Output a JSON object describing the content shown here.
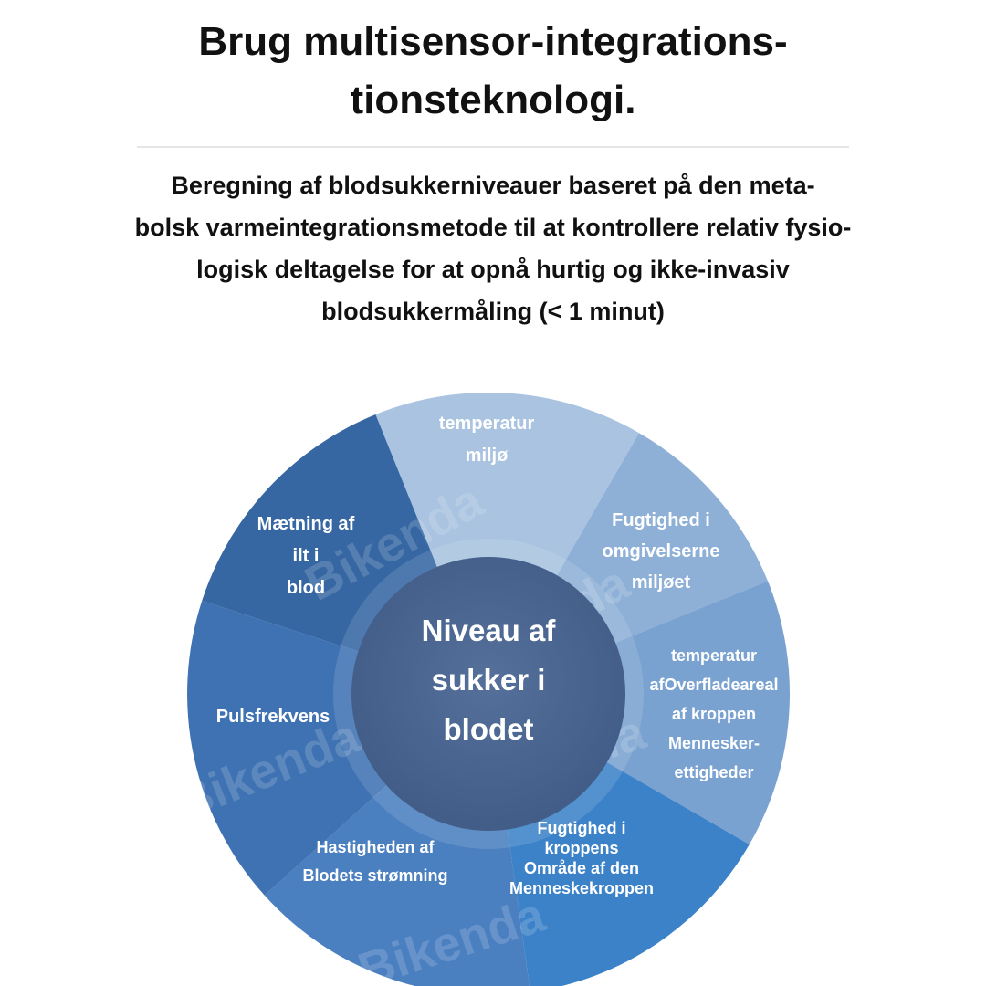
{
  "header": {
    "title_lines": [
      "Brug multisensor-integrations-",
      "tionsteknologi."
    ],
    "subtitle_lines": [
      "Beregning af blodsukkerniveauer baseret på den meta-",
      "bolsk varmeintegrationsmetode til at kontrollere relativ fysio-",
      "logisk deltagelse for at opnå hurtig og ikke-invasiv",
      "blodsukkermåling (< 1 minut)"
    ]
  },
  "diagram": {
    "center_lines": [
      "Niveau af",
      "sukker i",
      "blodet"
    ],
    "segments": [
      {
        "lines": [
          "temperatur",
          "miljø"
        ],
        "color": "#a9c3e0"
      },
      {
        "lines": [
          "Fugtighed i",
          "omgivelserne",
          "miljøet"
        ],
        "color": "#8eb0d7"
      },
      {
        "lines": [
          "temperatur",
          "afOverfladeareal",
          "af kroppen",
          "Mennesker-",
          "ettigheder"
        ],
        "color": "#7aa2d0"
      },
      {
        "lines": [
          "Fugtighed i",
          "kroppens",
          "Område af den",
          "Menneskekroppen"
        ],
        "color": "#3c82c9"
      },
      {
        "lines": [
          "Hastigheden af",
          "Blodets strømning"
        ],
        "color": "#4a7fc0"
      },
      {
        "lines": [
          "Pulsfrekvens"
        ],
        "color": "#3f72b2"
      },
      {
        "lines": [
          "Mætning af",
          "ilt i",
          "blod"
        ],
        "color": "#3667a3"
      }
    ],
    "watermark": "Bikenda"
  }
}
